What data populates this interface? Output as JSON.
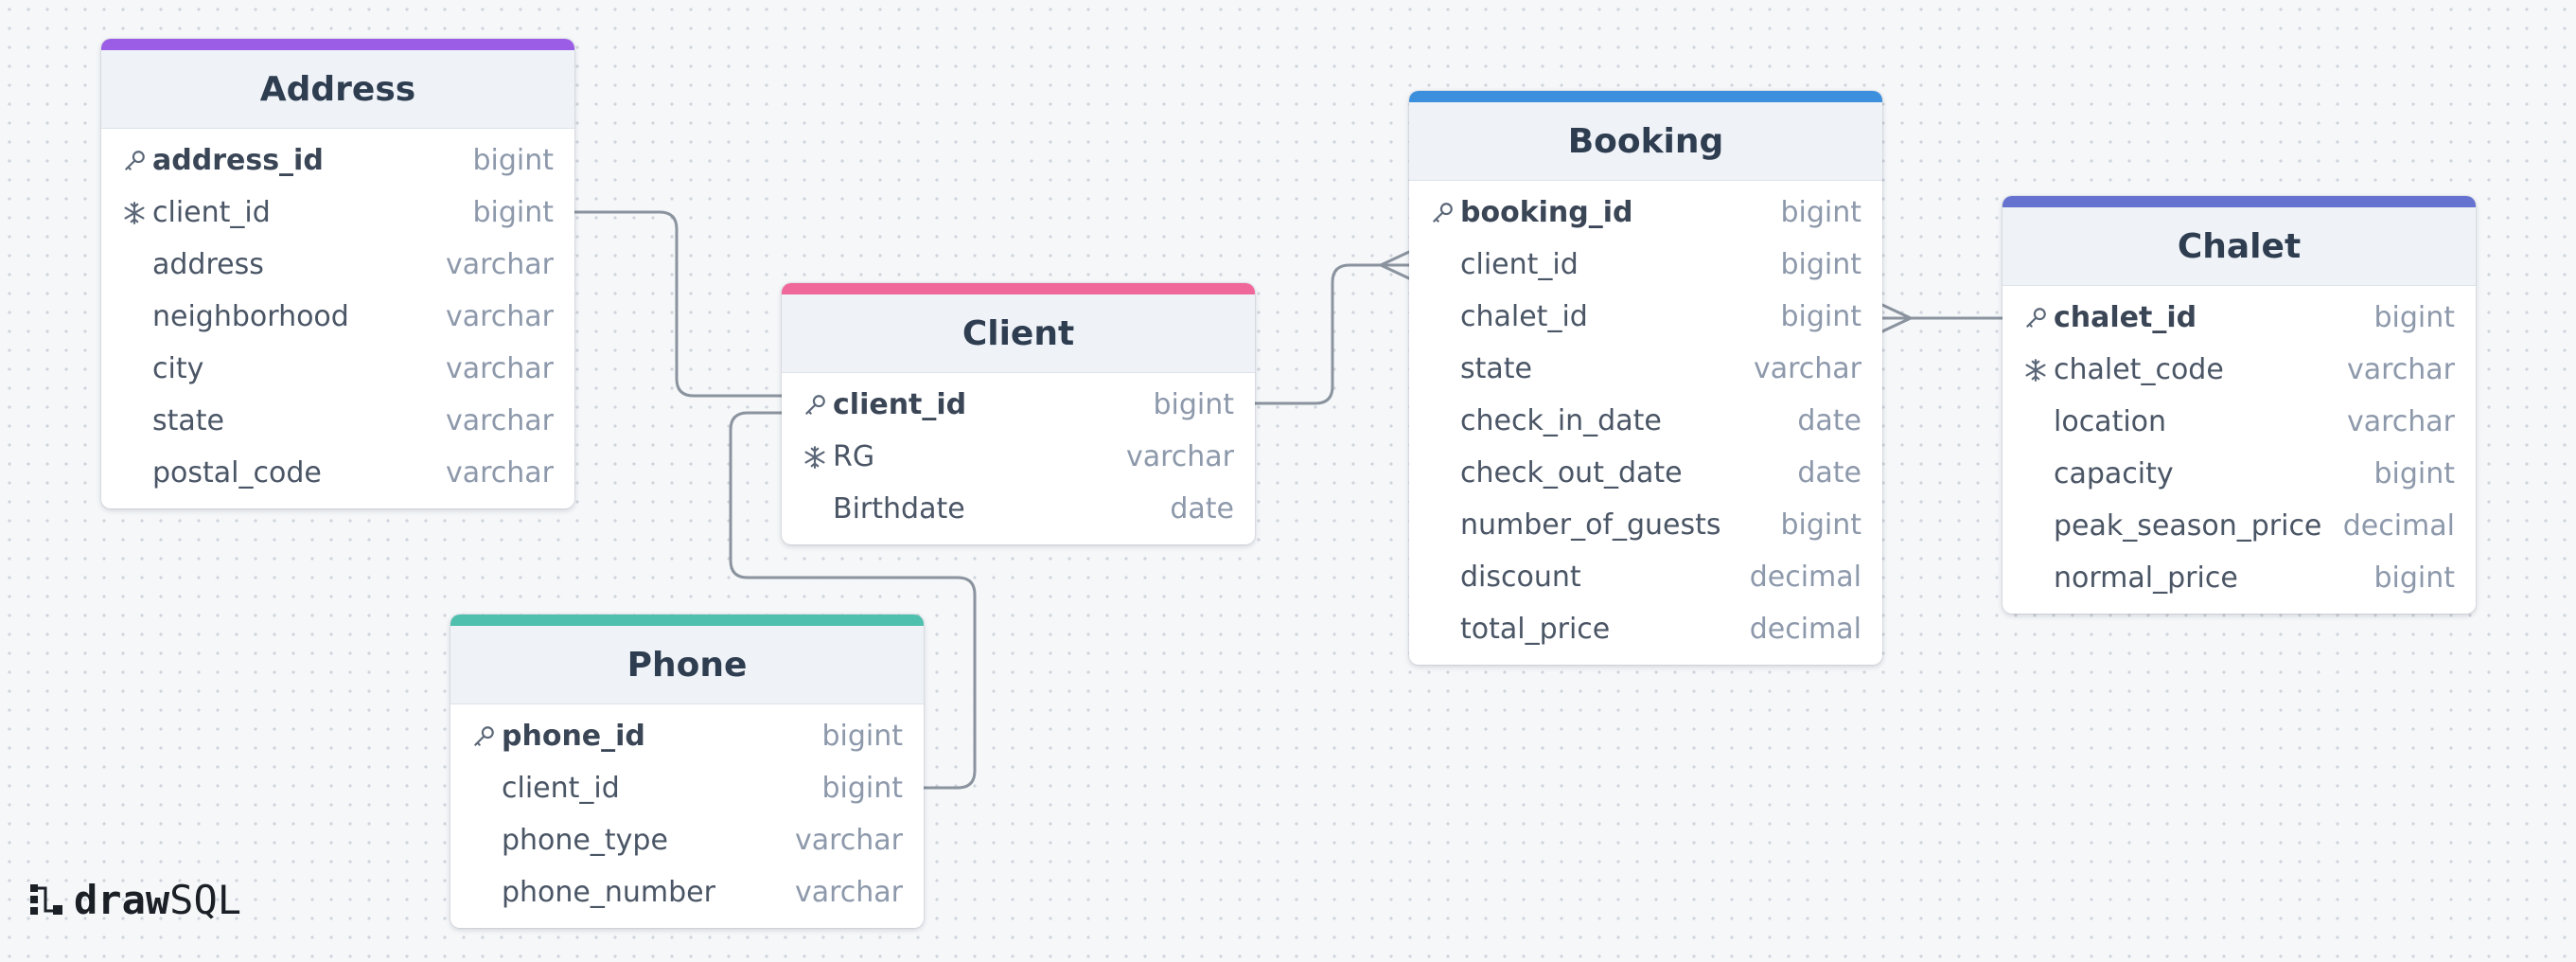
{
  "app": {
    "logo_bold": "draw",
    "logo_light": "SQL"
  },
  "tables": {
    "address": {
      "title": "Address",
      "accent": "#9b5de5",
      "rows": [
        {
          "name": "address_id",
          "type": "bigint",
          "key": "primary"
        },
        {
          "name": "client_id",
          "type": "bigint",
          "key": "unique"
        },
        {
          "name": "address",
          "type": "varchar",
          "key": ""
        },
        {
          "name": "neighborhood",
          "type": "varchar",
          "key": ""
        },
        {
          "name": "city",
          "type": "varchar",
          "key": ""
        },
        {
          "name": "state",
          "type": "varchar",
          "key": ""
        },
        {
          "name": "postal_code",
          "type": "varchar",
          "key": ""
        }
      ]
    },
    "client": {
      "title": "Client",
      "accent": "#f0689a",
      "rows": [
        {
          "name": "client_id",
          "type": "bigint",
          "key": "primary"
        },
        {
          "name": "RG",
          "type": "varchar",
          "key": "unique"
        },
        {
          "name": "Birthdate",
          "type": "date",
          "key": ""
        }
      ]
    },
    "phone": {
      "title": "Phone",
      "accent": "#4fbfae",
      "rows": [
        {
          "name": "phone_id",
          "type": "bigint",
          "key": "primary"
        },
        {
          "name": "client_id",
          "type": "bigint",
          "key": ""
        },
        {
          "name": "phone_type",
          "type": "varchar",
          "key": ""
        },
        {
          "name": "phone_number",
          "type": "varchar",
          "key": ""
        }
      ]
    },
    "booking": {
      "title": "Booking",
      "accent": "#3b8fdc",
      "rows": [
        {
          "name": "booking_id",
          "type": "bigint",
          "key": "primary"
        },
        {
          "name": "client_id",
          "type": "bigint",
          "key": ""
        },
        {
          "name": "chalet_id",
          "type": "bigint",
          "key": ""
        },
        {
          "name": "state",
          "type": "varchar",
          "key": ""
        },
        {
          "name": "check_in_date",
          "type": "date",
          "key": ""
        },
        {
          "name": "check_out_date",
          "type": "date",
          "key": ""
        },
        {
          "name": "number_of_guests",
          "type": "bigint",
          "key": ""
        },
        {
          "name": "discount",
          "type": "decimal",
          "key": ""
        },
        {
          "name": "total_price",
          "type": "decimal",
          "key": ""
        }
      ]
    },
    "chalet": {
      "title": "Chalet",
      "accent": "#6672cf",
      "rows": [
        {
          "name": "chalet_id",
          "type": "bigint",
          "key": "primary"
        },
        {
          "name": "chalet_code",
          "type": "varchar",
          "key": "unique"
        },
        {
          "name": "location",
          "type": "varchar",
          "key": ""
        },
        {
          "name": "capacity",
          "type": "bigint",
          "key": ""
        },
        {
          "name": "peak_season_price",
          "type": "decimal",
          "key": ""
        },
        {
          "name": "normal_price",
          "type": "bigint",
          "key": ""
        }
      ]
    }
  },
  "relations": [
    {
      "from": "address.client_id",
      "to": "client.client_id",
      "type": "one-to-one"
    },
    {
      "from": "client.client_id",
      "to": "phone.client_id",
      "type": "one-to-one"
    },
    {
      "from": "client.client_id",
      "to": "booking.client_id",
      "type": "one-to-many"
    },
    {
      "from": "chalet.chalet_id",
      "to": "booking.chalet_id",
      "type": "one-to-many"
    }
  ],
  "colors": {
    "connector": "#8a939e",
    "header_bg": "#eff3f8",
    "title": "#2f3d50",
    "column_type": "#8d99ab"
  }
}
